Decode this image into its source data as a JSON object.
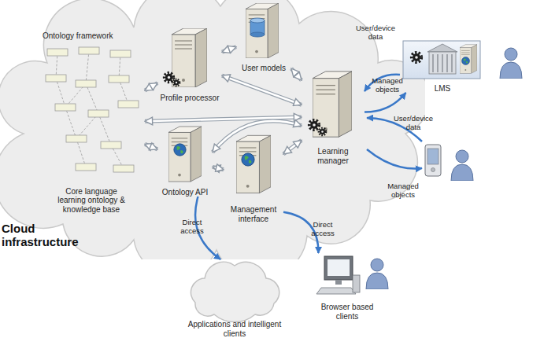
{
  "diagram": {
    "nodes": [
      {
        "text": [
          "Cloud infrastructure"
        ]
      },
      {
        "text": [
          "Ontology framework",
          "Core language learning ontology & knowledge base"
        ],
        "in": 0
      },
      {
        "text": [
          "Profile processor"
        ],
        "in": 0
      },
      {
        "text": [
          "User models"
        ],
        "in": 0
      },
      {
        "text": [
          "Learning manager"
        ],
        "in": 0
      },
      {
        "text": [
          "Ontology API"
        ],
        "in": 0
      },
      {
        "text": [
          "Management interface"
        ],
        "in": 0
      },
      {
        "text": [
          "LMS"
        ]
      },
      {
        "text": [
          "Applications and intelligent clients"
        ]
      },
      {
        "text": [
          "Browser based clients"
        ]
      }
    ],
    "edges": [
      {
        "from": 2,
        "to": 3,
        "arrow": "both"
      },
      {
        "from": 1,
        "to": 2,
        "arrow": "both"
      },
      {
        "from": 3,
        "to": 4,
        "arrow": "both"
      },
      {
        "from": 2,
        "to": 4,
        "arrow": "both"
      },
      {
        "from": 1,
        "to": 4,
        "arrow": "both"
      },
      {
        "from": 1,
        "to": 5,
        "arrow": "both"
      },
      {
        "from": 5,
        "to": 6,
        "arrow": "both"
      },
      {
        "from": 5,
        "to": 4,
        "arrow": "both"
      },
      {
        "from": 6,
        "to": 4,
        "arrow": "both"
      },
      {
        "from": 7,
        "to": 4,
        "label": "User/device data",
        "arrow": "to"
      },
      {
        "from": 4,
        "to": 7,
        "label": "Managed objects",
        "arrow": "to"
      },
      {
        "from": 5,
        "to": 8,
        "label": "Direct access",
        "arrow": "to"
      },
      {
        "from": 6,
        "to": 9,
        "label": "Direct access",
        "arrow": "to"
      }
    ],
    "labels": [
      "User/device data",
      "Managed objects"
    ]
  }
}
